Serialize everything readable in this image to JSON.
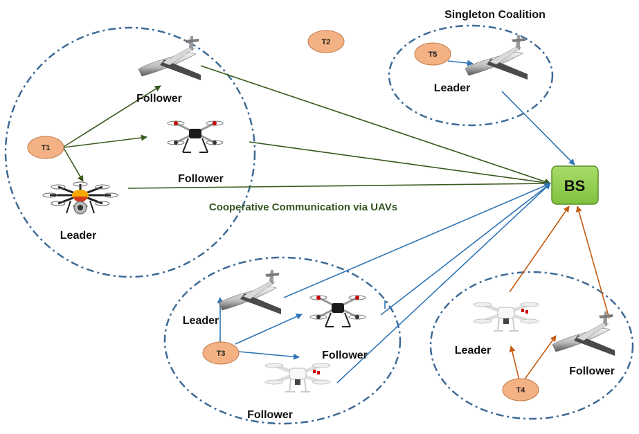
{
  "title": "Singleton Coalition",
  "caption": "Cooperative Communication via UAVs",
  "base_station": "BS",
  "tasks": [
    "T1",
    "T2",
    "T3",
    "T4",
    "T5"
  ],
  "coalitions": {
    "c1": {
      "leader": "Leader",
      "followers": [
        "Follower",
        "Follower"
      ]
    },
    "c3": {
      "leader": "Leader",
      "followers": [
        "Follower",
        "Follower"
      ]
    },
    "c4": {
      "leader": "Leader",
      "followers": [
        "Follower"
      ]
    },
    "c5": {
      "leader": "Leader"
    }
  },
  "colors": {
    "coalition_border": "#3d6a96",
    "green_link": "#3a5a1e",
    "blue_link": "#2e75b6",
    "orange_link": "#c55a11",
    "task_fill": "#f4b183",
    "bs_fill": "#92d050",
    "caption_text": "#375623"
  }
}
